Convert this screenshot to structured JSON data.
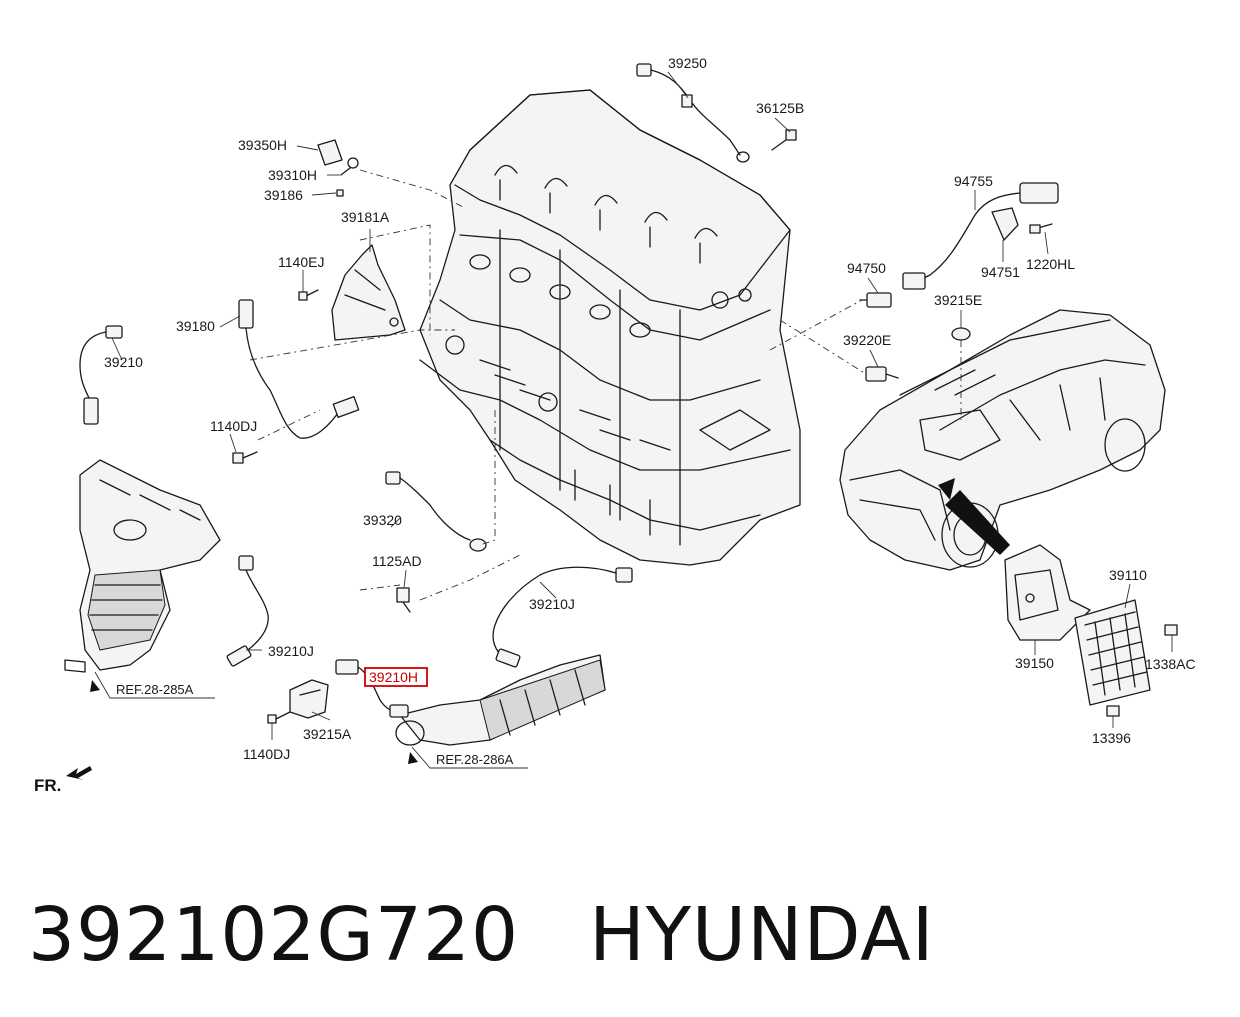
{
  "diagram": {
    "labels": {
      "p39250": "39250",
      "p36125B": "36125B",
      "p39350H": "39350H",
      "p39310H": "39310H",
      "p39186": "39186",
      "p39181A": "39181A",
      "p1140EJ": "1140EJ",
      "p39180": "39180",
      "p39210": "39210",
      "p1140DJ_a": "1140DJ",
      "p39320": "39320",
      "p1125AD": "1125AD",
      "p39210J_a": "39210J",
      "p39210J_b": "39210J",
      "p39210H": "39210H",
      "p39215A": "39215A",
      "p1140DJ_b": "1140DJ",
      "p94755": "94755",
      "p94751": "94751",
      "p1220HL": "1220HL",
      "p94750": "94750",
      "p39215E": "39215E",
      "p39220E": "39220E",
      "p39110": "39110",
      "p39150": "39150",
      "p1338AC": "1338AC",
      "p13396": "13396",
      "ref_285A": "REF.28-285A",
      "ref_286A": "REF.28-286A",
      "fr": "FR."
    },
    "highlighted_part": "39210H",
    "highlight_color": "#cc0000"
  },
  "caption": {
    "part_number": "392102G720",
    "brand": "HYUNDAI"
  }
}
